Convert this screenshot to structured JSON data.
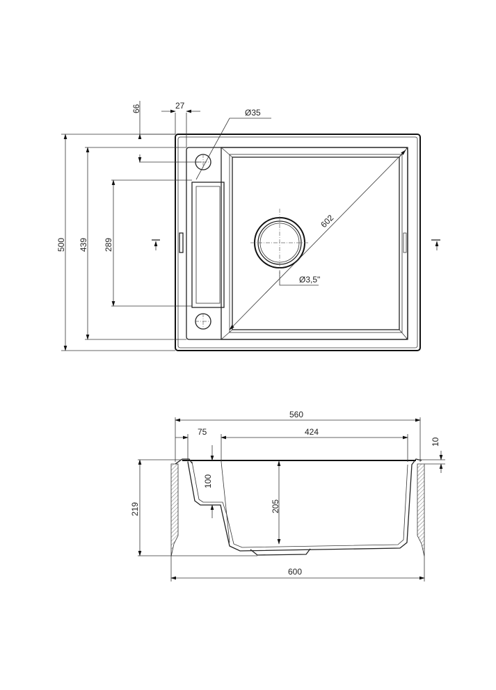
{
  "drawing": {
    "title": "Kitchen sink technical drawing",
    "top_view": {
      "dimensions": {
        "overall_height": "500",
        "inner_height": "439",
        "drainer_height": "289",
        "hole_offset_vertical": "66",
        "hole_offset_horizontal": "27",
        "tap_hole_diameter": "Ø35",
        "diagonal": "602",
        "drain_diameter": "Ø3,5\""
      }
    },
    "section_view": {
      "dimensions": {
        "inner_width": "560",
        "drainer_width": "75",
        "bowl_width": "424",
        "rim_thickness": "10",
        "drainer_depth": "100",
        "bowl_depth": "205",
        "overall_depth": "219",
        "overall_width": "600"
      }
    },
    "colors": {
      "line": "#222222",
      "background": "#ffffff"
    }
  }
}
